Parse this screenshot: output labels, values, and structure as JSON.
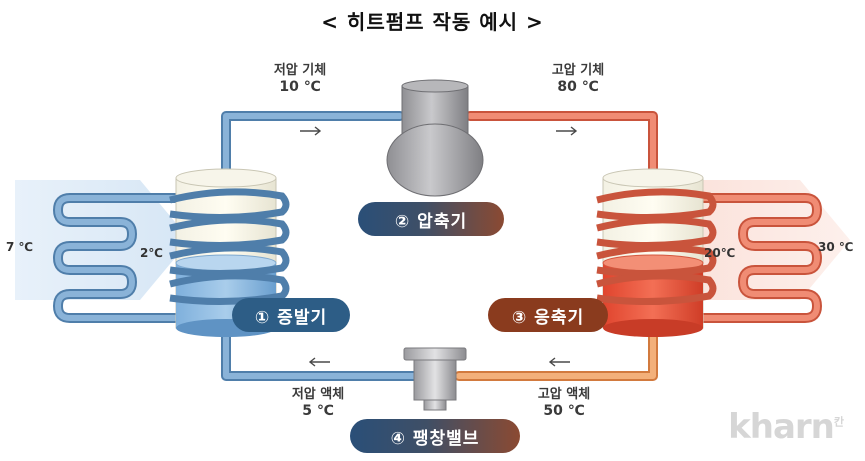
{
  "title": "< 히트펌프 작동 예시 >",
  "flows": {
    "low_gas": {
      "name": "저압 기체",
      "temp": "10 ℃"
    },
    "high_gas": {
      "name": "고압 기체",
      "temp": "80 ℃"
    },
    "low_liquid": {
      "name": "저압 액체",
      "temp": "5 ℃"
    },
    "high_liquid": {
      "name": "고압 액체",
      "temp": "50 ℃"
    }
  },
  "temps": {
    "evap_outside": "7 ℃",
    "evap_inside": "2℃",
    "cond_inside": "20℃",
    "cond_outside": "30 ℃"
  },
  "components": {
    "evaporator": "① 증발기",
    "compressor": "② 압축기",
    "condenser": "③ 응축기",
    "expansion_valve": "④ 팽창밸브"
  },
  "watermark": {
    "text": "kharn",
    "small": "칸"
  },
  "colors": {
    "cold_pipe": "#6f9cc6",
    "hot_pipe": "#e8725a",
    "warm_pipe": "#e89a5a",
    "evap_pill": "#2d5d86",
    "cond_pill": "#8a3b1e"
  }
}
